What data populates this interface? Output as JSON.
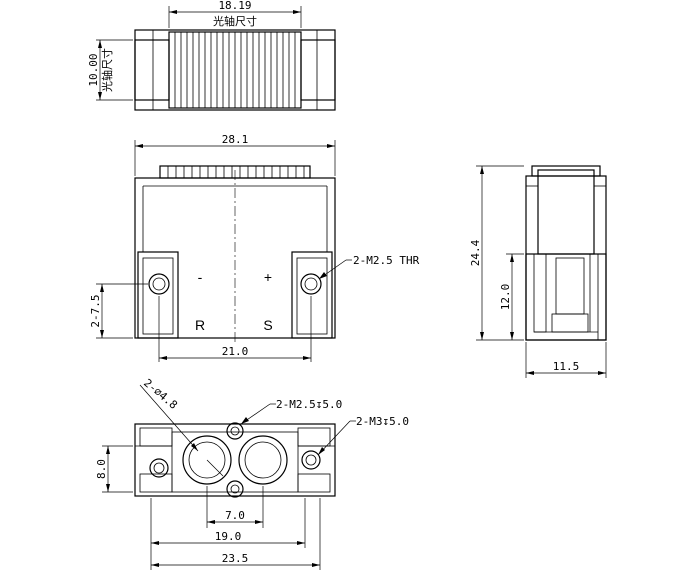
{
  "drawing": {
    "top_view": {
      "width_dim": "18.19",
      "width_note": "光轴尺寸",
      "height_dim": "10.00",
      "height_note": "光轴尺寸"
    },
    "front_view": {
      "width_dim": "28.1",
      "hole_spacing_dim": "21.0",
      "hole_height_dim": "2-7.5",
      "thread_callout": "2-M2.5 THR",
      "minus_label": "-",
      "plus_label": "+",
      "r_label": "R",
      "s_label": "S"
    },
    "side_view": {
      "height_dim": "24.4",
      "inner_height_dim": "12.0",
      "depth_dim": "11.5"
    },
    "bottom_view": {
      "bore_callout": "2-∅4.8",
      "m25_callout": "2-M2.5↧5.0",
      "m3_callout": "2-M3↧5.0",
      "height_dim": "8.0",
      "bore_spacing_dim": "7.0",
      "hole_spacing_dim": "19.0",
      "width_dim": "23.5"
    }
  }
}
